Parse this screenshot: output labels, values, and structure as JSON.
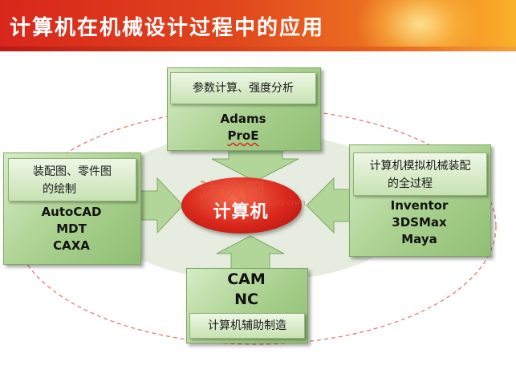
{
  "slide": {
    "title": "计算机在机械设计过程中的应用",
    "center_label": "计算机"
  },
  "top_box": {
    "header": "参数计算、强度分析",
    "items": [
      "Adams",
      "ProE"
    ]
  },
  "left_box": {
    "header_line1": "装配图、零件图",
    "header_line2": "的绘制",
    "items": [
      "AutoCAD",
      "MDT",
      "CAXA"
    ]
  },
  "right_box": {
    "header_line1": "计算机模拟机械装配",
    "header_line2": "的全过程",
    "items": [
      "Inventor",
      "3DSMax",
      "Maya"
    ]
  },
  "bottom_box": {
    "items": [
      "CAM",
      "NC"
    ],
    "footer": "计算机辅助制造"
  },
  "watermark": {
    "text": "沐风网",
    "url": "www.mfcad.com"
  },
  "colors": {
    "banner_red": "#d8261b",
    "banner_orange": "#f9b22a",
    "box_green": "#a9d08e",
    "center_red": "#d9271c",
    "ellipse_dash": "#e07a6a"
  }
}
